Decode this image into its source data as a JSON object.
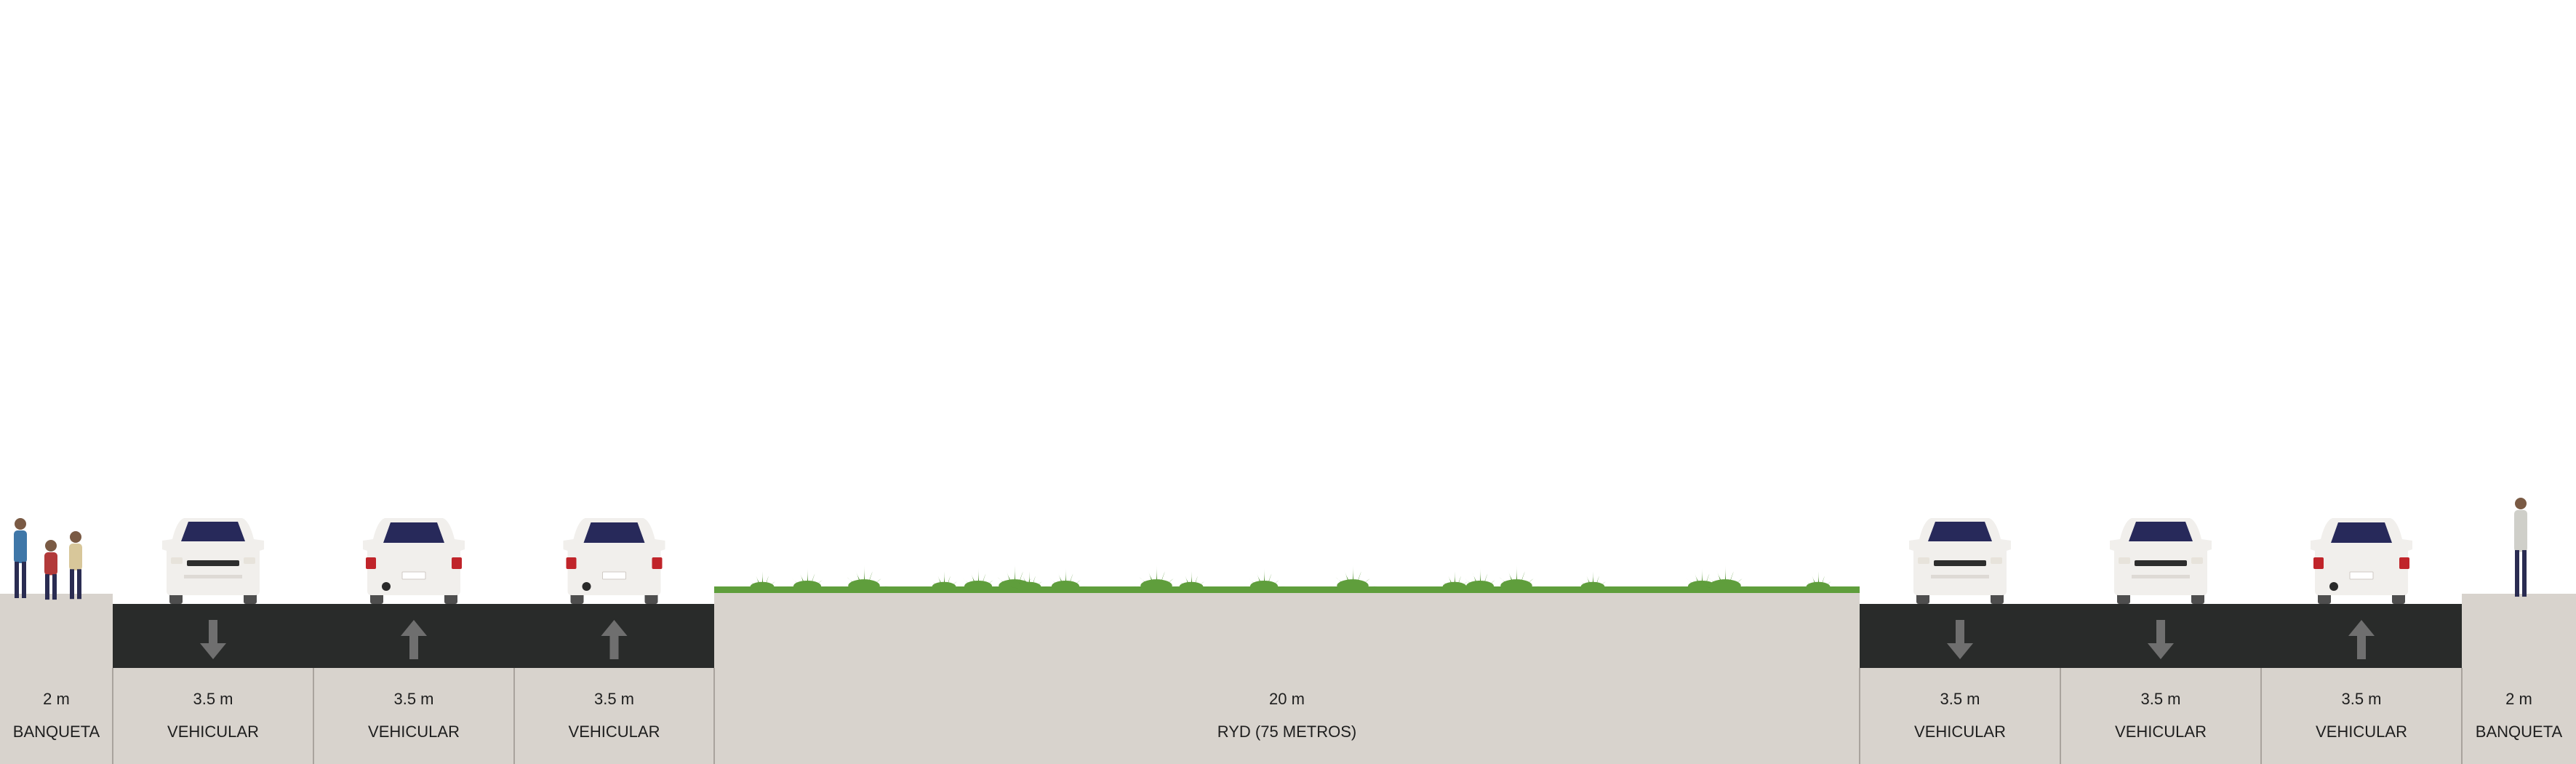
{
  "segments": [
    {
      "id": "sidewalk-left",
      "type": "sidewalk",
      "width": "2 m",
      "label": "BANQUETA"
    },
    {
      "id": "lane-1",
      "type": "lane",
      "width": "3.5 m",
      "label": "VEHICULAR",
      "direction": "down",
      "vehicle": "car-front"
    },
    {
      "id": "lane-2",
      "type": "lane",
      "width": "3.5 m",
      "label": "VEHICULAR",
      "direction": "up",
      "vehicle": "car-rear"
    },
    {
      "id": "lane-3",
      "type": "lane",
      "width": "3.5 m",
      "label": "VEHICULAR",
      "direction": "up",
      "vehicle": "car-rear"
    },
    {
      "id": "median",
      "type": "median",
      "width": "20 m",
      "label": "RYD (75 METROS)"
    },
    {
      "id": "lane-4",
      "type": "lane",
      "width": "3.5 m",
      "label": "VEHICULAR",
      "direction": "down",
      "vehicle": "car-front"
    },
    {
      "id": "lane-5",
      "type": "lane",
      "width": "3.5 m",
      "label": "VEHICULAR",
      "direction": "down",
      "vehicle": "car-front"
    },
    {
      "id": "lane-6",
      "type": "lane",
      "width": "3.5 m",
      "label": "VEHICULAR",
      "direction": "up",
      "vehicle": "car-rear"
    },
    {
      "id": "sidewalk-right",
      "type": "sidewalk",
      "width": "2 m",
      "label": "BANQUETA"
    }
  ],
  "colors": {
    "ground": "#d8d3cd",
    "asphalt": "#292b2a",
    "arrow": "#6f6f6f",
    "grass": "#5f9e3c",
    "car_body": "#f1efec",
    "windshield": "#27295a",
    "tail_light": "#c0242a",
    "label_text": "#1e1e1e",
    "separator": "#a9a39d"
  },
  "icons": {
    "pedestrians_left": "pedestrian-group-icon",
    "pedestrian_right": "pedestrian-icon",
    "median_plants": "shrub-icon"
  }
}
